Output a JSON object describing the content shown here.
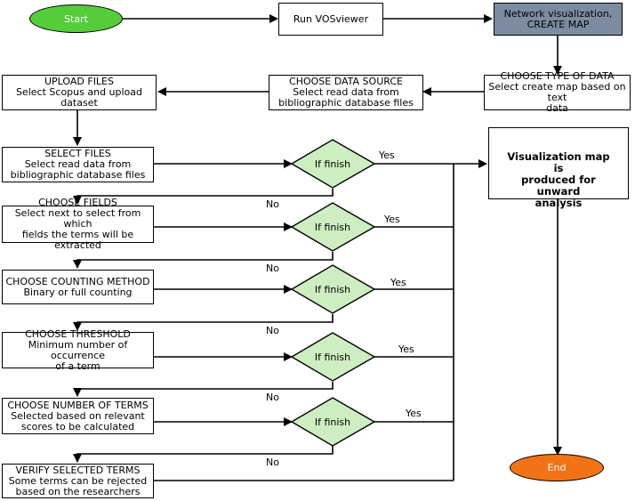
{
  "start": "Start",
  "end": "End",
  "run": "Run VOSviewer",
  "network": {
    "line1": "Network visualization,",
    "line2": "CREATE MAP"
  },
  "type_of_data": {
    "title": "CHOOSE TYPE OF DATA",
    "line1": "Select create map based on text",
    "line2": "data"
  },
  "data_source": {
    "title": "CHOOSE DATA SOURCE",
    "line1": "Select read data from",
    "line2": "bibliographic database files"
  },
  "upload": {
    "title": "UPLOAD FILES",
    "line1": "Select Scopus and upload",
    "line2": "dataset"
  },
  "select_files": {
    "title": "SELECT FILES",
    "line1": "Select read data from",
    "line2": "bibliographic database files"
  },
  "fields": {
    "title": "CHOOSE FIELDS",
    "line1": "Select next to select from which",
    "line2": "fields the terms will be extracted"
  },
  "counting": {
    "title": "CHOOSE COUNTING METHOD",
    "line1": "Binary or full counting"
  },
  "threshold": {
    "title": "CHOOSE THRESHOLD",
    "line1": "Minimum number of occurrence",
    "line2": "of a term"
  },
  "num_terms": {
    "title": "CHOOSE NUMBER OF TERMS",
    "line1": "Selected based on relevant",
    "line2": "scores to be calculated"
  },
  "verify": {
    "title": "VERIFY SELECTED TERMS",
    "line1": "Some terms can be rejected",
    "line2": "based on the researchers"
  },
  "result": {
    "line1": "Visualization map is",
    "line2": "produced for unward",
    "line3": "analysis"
  },
  "decision": "If finish",
  "yes": "Yes",
  "no": "No",
  "colors": {
    "start": "#55cc3a",
    "end": "#f27316",
    "network_box": "#7d8ca1",
    "diamond": "#cdeec0"
  }
}
